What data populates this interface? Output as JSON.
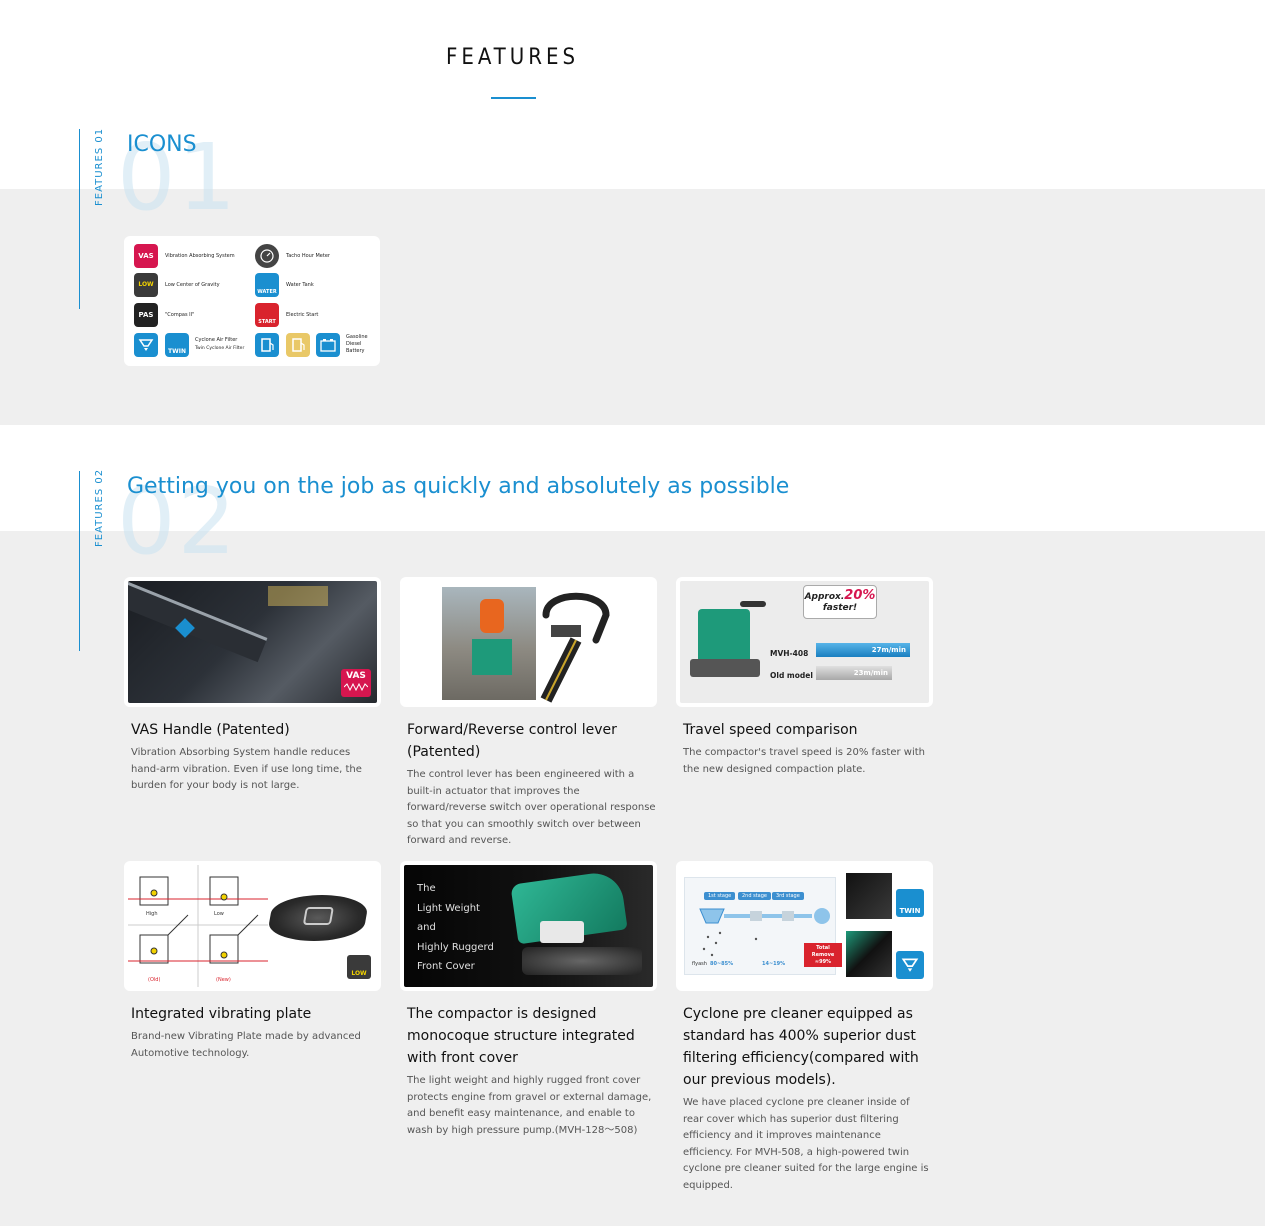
{
  "page_title": "FEATURES",
  "sections": [
    {
      "side_label": "FEATURES 01",
      "number": "01",
      "title": "ICONS"
    },
    {
      "side_label": "FEATURES 02",
      "number": "02",
      "title": "Getting you on the job as quickly and absolutely as possible"
    }
  ],
  "icons_legend": {
    "items": [
      {
        "badge": "VAS",
        "label": "Vibration Absorbing System",
        "color": "#d6164f"
      },
      {
        "badge": "",
        "label": "Tacho Hour Meter",
        "color": "#444444"
      },
      {
        "badge": "LOW",
        "label": "Low Center of Gravity",
        "color": "#3a3a3a"
      },
      {
        "badge": "WATER",
        "label": "Water Tank",
        "color": "#1a8fd0"
      },
      {
        "badge": "PAS",
        "label": "\"Compas II\"",
        "color": "#222222"
      },
      {
        "badge": "START",
        "label": "Electric Start",
        "color": "#d9232d"
      },
      {
        "badge": "",
        "label": "Cyclone Air Filter",
        "color": "#1a8fd0"
      },
      {
        "badge": "TWIN",
        "label": "Twin Cyclone Air Filter",
        "color": "#1a8fd0"
      },
      {
        "badge": "",
        "label": "Gasoline",
        "color": "#1a8fd0"
      },
      {
        "badge": "",
        "label": "Diesel",
        "color": "#e9c867"
      },
      {
        "badge": "",
        "label": "Battery",
        "color": "#1a8fd0"
      }
    ]
  },
  "features": [
    {
      "title": "VAS Handle (Patented)",
      "desc": "Vibration Absorbing System handle reduces hand-arm vibration. Even if use long time, the burden for your body is not large.",
      "badge": "VAS"
    },
    {
      "title": "Forward/Reverse control lever (Patented)",
      "desc": "The control lever has been engineered with a built-in actuator that improves the forward/reverse switch over operational response so that you can smoothly switch over between forward and reverse."
    },
    {
      "title": "Travel speed comparison",
      "desc": "The compactor's travel speed is 20% faster with the new designed compaction plate.",
      "img": {
        "callout_a": "Approx.",
        "callout_pct": "20%",
        "callout_b": "faster!",
        "row1_label": "MVH-408",
        "row1_value": "27m/min",
        "row2_label": "Old model",
        "row2_value": "23m/min"
      }
    },
    {
      "title": "Integrated vibrating plate",
      "desc": "Brand-new Vibrating Plate made by advanced Automotive technology.",
      "img": {
        "label_high": "High",
        "label_low": "Low",
        "label_old": "(Old)",
        "label_new": "(New)",
        "badge": "LOW"
      }
    },
    {
      "title": "The compactor is designed monocoque structure integrated with front cover",
      "desc": "The light weight and highly rugged front cover protects engine from gravel or external damage, and benefit easy maintenance, and enable to wash by high pressure pump.(MVH-128〜508)",
      "img": {
        "line1": "The",
        "line2": "Light Weight",
        "line3": "and",
        "line4": "Highly Ruggerd",
        "line5": "Front Cover"
      }
    },
    {
      "title": "Cyclone pre cleaner equipped as standard has 400% superior dust filtering efficiency(compared with our previous models).",
      "desc": "We have placed cyclone pre cleaner inside of rear cover which has superior dust filtering efficiency and it improves maintenance efficiency. For MVH-508, a high-powered twin cyclone pre cleaner suited for the large engine is equipped.",
      "img": {
        "stage1": "1st stage",
        "stage2": "2nd stage",
        "stage3": "3rd stage",
        "flyash": "flyash",
        "pct1": "80~85%",
        "pct2": "14~19%",
        "total_a": "Total",
        "total_b": "Remove",
        "total_c": "≈99%",
        "badge": "TWIN"
      }
    }
  ],
  "colors": {
    "accent": "#1a8fd0",
    "band": "#efefef",
    "red": "#d6164f"
  }
}
